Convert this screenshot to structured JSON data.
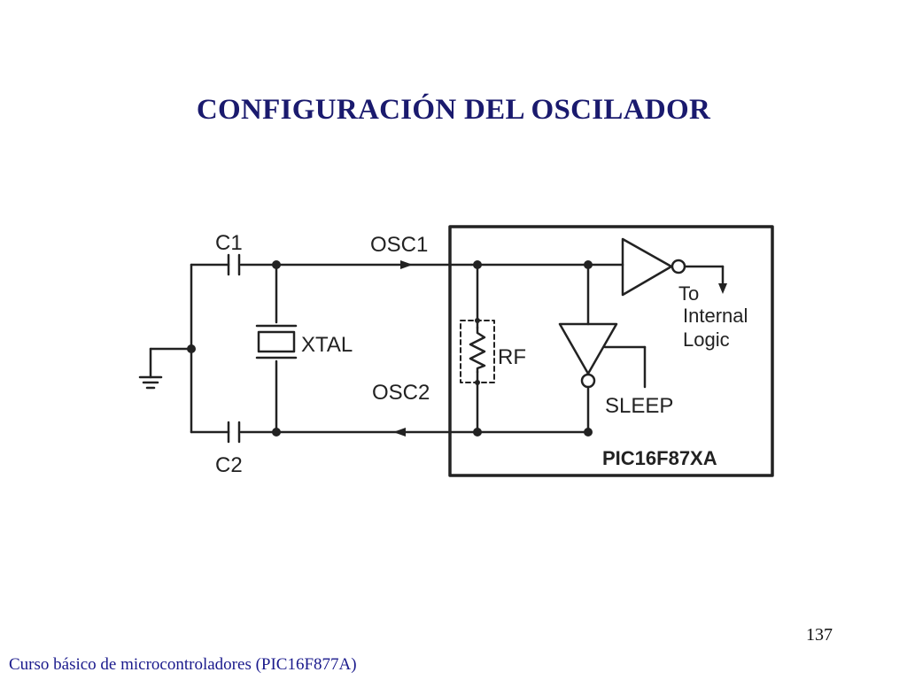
{
  "slide": {
    "title": "CONFIGURACIÓN DEL OSCILADOR",
    "page_number": "137",
    "footer": "Curso básico de microcontroladores (PIC16F877A)"
  },
  "diagram": {
    "labels": {
      "c1": "C1",
      "c2": "C2",
      "osc1": "OSC1",
      "osc2": "OSC2",
      "xtal": "XTAL",
      "rf": "RF",
      "sleep": "SLEEP",
      "to": "To",
      "internal": "Internal",
      "logic": "Logic",
      "chip": "PIC16F87XA"
    },
    "colors": {
      "wire": "#222222",
      "title": "#1a1a6e",
      "footer": "#1a1a8c"
    },
    "icons": {
      "ground": "ground-icon",
      "capacitor": "capacitor-icon",
      "crystal": "crystal-icon",
      "resistor": "resistor-icon",
      "inverter": "inverter-icon"
    }
  }
}
